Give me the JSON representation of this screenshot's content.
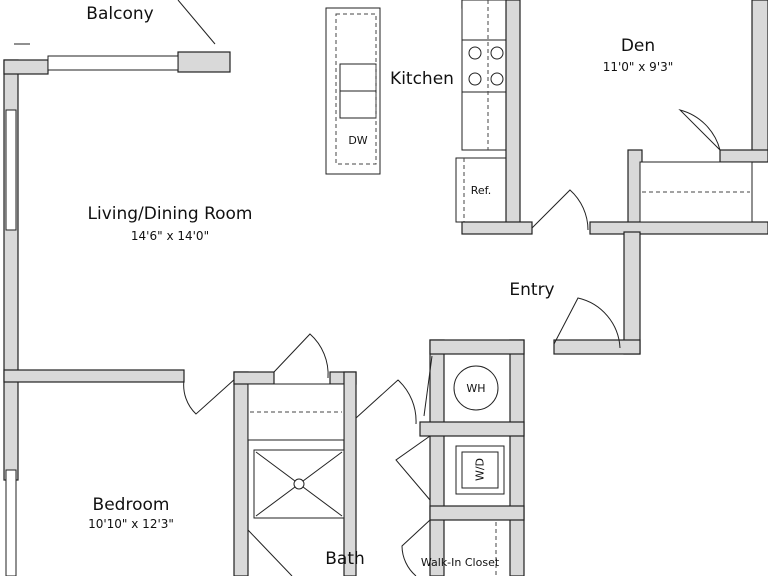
{
  "rooms": {
    "balcony": {
      "name": "Balcony"
    },
    "kitchen": {
      "name": "Kitchen"
    },
    "den": {
      "name": "Den",
      "size": "11'0\" x 9'3\""
    },
    "living": {
      "name": "Living/Dining Room",
      "size": "14'6\" x 14'0\""
    },
    "entry": {
      "name": "Entry"
    },
    "bedroom": {
      "name": "Bedroom",
      "size": "10'10\" x 12'3\""
    },
    "bath": {
      "name": "Bath"
    },
    "walkin": {
      "name": "Walk-In Closet"
    }
  },
  "fixtures": {
    "dishwasher": "DW",
    "refrigerator": "Ref.",
    "water_heater": "WH",
    "washer_dryer": "W/D"
  },
  "colors": {
    "wall_fill": "#d9d9d9",
    "line": "#222222"
  }
}
